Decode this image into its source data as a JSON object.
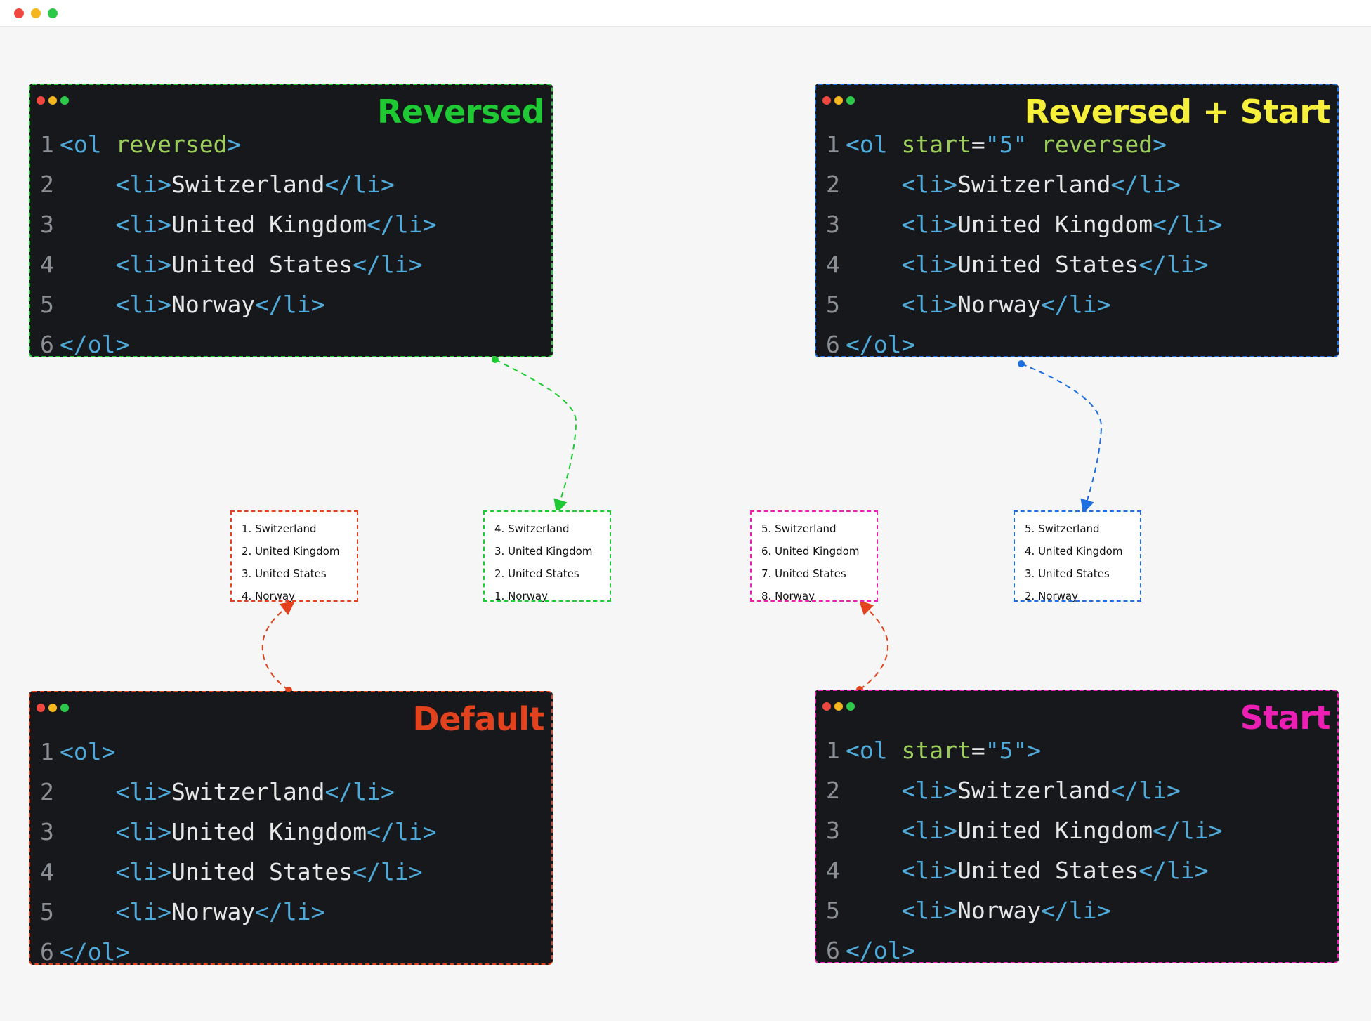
{
  "panels": {
    "reversed": {
      "title": "Reversed",
      "color": "#1ec933",
      "lines": [
        {
          "num": "1",
          "parts": [
            {
              "t": "<ol",
              "c": "tag"
            },
            {
              "t": " ",
              "c": "txt"
            },
            {
              "t": "reversed",
              "c": "attr"
            },
            {
              "t": ">",
              "c": "tag"
            }
          ]
        },
        {
          "num": "2",
          "parts": [
            {
              "t": "    ",
              "c": "txt"
            },
            {
              "t": "<li>",
              "c": "tag"
            },
            {
              "t": "Switzerland",
              "c": "txt"
            },
            {
              "t": "</li>",
              "c": "tag"
            }
          ]
        },
        {
          "num": "3",
          "parts": [
            {
              "t": "    ",
              "c": "txt"
            },
            {
              "t": "<li>",
              "c": "tag"
            },
            {
              "t": "United Kingdom",
              "c": "txt"
            },
            {
              "t": "</li>",
              "c": "tag"
            }
          ]
        },
        {
          "num": "4",
          "parts": [
            {
              "t": "    ",
              "c": "txt"
            },
            {
              "t": "<li>",
              "c": "tag"
            },
            {
              "t": "United States",
              "c": "txt"
            },
            {
              "t": "</li>",
              "c": "tag"
            }
          ]
        },
        {
          "num": "5",
          "parts": [
            {
              "t": "    ",
              "c": "txt"
            },
            {
              "t": "<li>",
              "c": "tag"
            },
            {
              "t": "Norway",
              "c": "txt"
            },
            {
              "t": "</li>",
              "c": "tag"
            }
          ]
        },
        {
          "num": "6",
          "parts": [
            {
              "t": "</ol>",
              "c": "tag"
            }
          ]
        }
      ]
    },
    "reversed_start": {
      "title": "Reversed + Start",
      "color": "#f6f03a",
      "border": "#1f6fe0",
      "lines": [
        {
          "num": "1",
          "parts": [
            {
              "t": "<ol",
              "c": "tag"
            },
            {
              "t": " ",
              "c": "txt"
            },
            {
              "t": "start",
              "c": "attr"
            },
            {
              "t": "=",
              "c": "txt"
            },
            {
              "t": "\"5\"",
              "c": "str"
            },
            {
              "t": " ",
              "c": "txt"
            },
            {
              "t": "reversed",
              "c": "attr"
            },
            {
              "t": ">",
              "c": "tag"
            }
          ]
        },
        {
          "num": "2",
          "parts": [
            {
              "t": "    ",
              "c": "txt"
            },
            {
              "t": "<li>",
              "c": "tag"
            },
            {
              "t": "Switzerland",
              "c": "txt"
            },
            {
              "t": "</li>",
              "c": "tag"
            }
          ]
        },
        {
          "num": "3",
          "parts": [
            {
              "t": "    ",
              "c": "txt"
            },
            {
              "t": "<li>",
              "c": "tag"
            },
            {
              "t": "United Kingdom",
              "c": "txt"
            },
            {
              "t": "</li>",
              "c": "tag"
            }
          ]
        },
        {
          "num": "4",
          "parts": [
            {
              "t": "    ",
              "c": "txt"
            },
            {
              "t": "<li>",
              "c": "tag"
            },
            {
              "t": "United States",
              "c": "txt"
            },
            {
              "t": "</li>",
              "c": "tag"
            }
          ]
        },
        {
          "num": "5",
          "parts": [
            {
              "t": "    ",
              "c": "txt"
            },
            {
              "t": "<li>",
              "c": "tag"
            },
            {
              "t": "Norway",
              "c": "txt"
            },
            {
              "t": "</li>",
              "c": "tag"
            }
          ]
        },
        {
          "num": "6",
          "parts": [
            {
              "t": "</ol>",
              "c": "tag"
            }
          ]
        }
      ]
    },
    "default": {
      "title": "Default",
      "color": "#e2431e",
      "lines": [
        {
          "num": "1",
          "parts": [
            {
              "t": "<ol>",
              "c": "tag"
            }
          ]
        },
        {
          "num": "2",
          "parts": [
            {
              "t": "    ",
              "c": "txt"
            },
            {
              "t": "<li>",
              "c": "tag"
            },
            {
              "t": "Switzerland",
              "c": "txt"
            },
            {
              "t": "</li>",
              "c": "tag"
            }
          ]
        },
        {
          "num": "3",
          "parts": [
            {
              "t": "    ",
              "c": "txt"
            },
            {
              "t": "<li>",
              "c": "tag"
            },
            {
              "t": "United Kingdom",
              "c": "txt"
            },
            {
              "t": "</li>",
              "c": "tag"
            }
          ]
        },
        {
          "num": "4",
          "parts": [
            {
              "t": "    ",
              "c": "txt"
            },
            {
              "t": "<li>",
              "c": "tag"
            },
            {
              "t": "United States",
              "c": "txt"
            },
            {
              "t": "</li>",
              "c": "tag"
            }
          ]
        },
        {
          "num": "5",
          "parts": [
            {
              "t": "    ",
              "c": "txt"
            },
            {
              "t": "<li>",
              "c": "tag"
            },
            {
              "t": "Norway",
              "c": "txt"
            },
            {
              "t": "</li>",
              "c": "tag"
            }
          ]
        },
        {
          "num": "6",
          "parts": [
            {
              "t": "</ol>",
              "c": "tag"
            }
          ]
        }
      ]
    },
    "start": {
      "title": "Start",
      "color": "#ec1fb4",
      "lines": [
        {
          "num": "1",
          "parts": [
            {
              "t": "<ol",
              "c": "tag"
            },
            {
              "t": " ",
              "c": "txt"
            },
            {
              "t": "start",
              "c": "attr"
            },
            {
              "t": "=",
              "c": "txt"
            },
            {
              "t": "\"5\"",
              "c": "str"
            },
            {
              "t": ">",
              "c": "tag"
            }
          ]
        },
        {
          "num": "2",
          "parts": [
            {
              "t": "    ",
              "c": "txt"
            },
            {
              "t": "<li>",
              "c": "tag"
            },
            {
              "t": "Switzerland",
              "c": "txt"
            },
            {
              "t": "</li>",
              "c": "tag"
            }
          ]
        },
        {
          "num": "3",
          "parts": [
            {
              "t": "    ",
              "c": "txt"
            },
            {
              "t": "<li>",
              "c": "tag"
            },
            {
              "t": "United Kingdom",
              "c": "txt"
            },
            {
              "t": "</li>",
              "c": "tag"
            }
          ]
        },
        {
          "num": "4",
          "parts": [
            {
              "t": "    ",
              "c": "txt"
            },
            {
              "t": "<li>",
              "c": "tag"
            },
            {
              "t": "United States",
              "c": "txt"
            },
            {
              "t": "</li>",
              "c": "tag"
            }
          ]
        },
        {
          "num": "5",
          "parts": [
            {
              "t": "    ",
              "c": "txt"
            },
            {
              "t": "<li>",
              "c": "tag"
            },
            {
              "t": "Norway",
              "c": "txt"
            },
            {
              "t": "</li>",
              "c": "tag"
            }
          ]
        },
        {
          "num": "6",
          "parts": [
            {
              "t": "</ol>",
              "c": "tag"
            }
          ]
        }
      ]
    }
  },
  "outputs": {
    "default": {
      "color": "#e2431e",
      "items": [
        "1. Switzerland",
        "2. United Kingdom",
        "3. United States",
        "4. Norway"
      ]
    },
    "reversed": {
      "color": "#1ec933",
      "items": [
        "4. Switzerland",
        "3. United Kingdom",
        "2. United States",
        "1. Norway"
      ]
    },
    "start": {
      "color": "#ec1fb4",
      "items": [
        "5. Switzerland",
        "6. United Kingdom",
        "7. United States",
        "8. Norway"
      ]
    },
    "reversed_start": {
      "color": "#1f6fe0",
      "items": [
        "5. Switzerland",
        "4. United Kingdom",
        "3. United States",
        "2. Norway"
      ]
    }
  },
  "window_dots": [
    "#f0483e",
    "#f5b51d",
    "#2cc84a"
  ]
}
